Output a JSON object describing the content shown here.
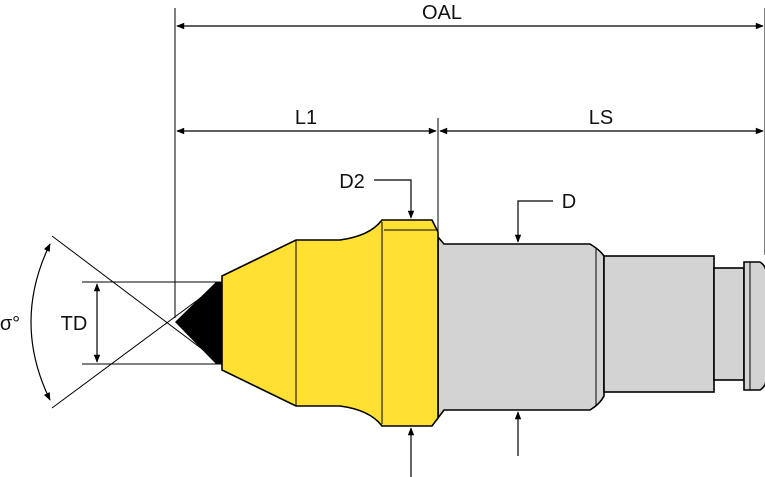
{
  "labels": {
    "oal": "OAL",
    "l1": "L1",
    "ls": "LS",
    "d2": "D2",
    "d": "D",
    "td": "TD",
    "angle": "σ°"
  },
  "colors": {
    "yellow_body": "#FFE033",
    "gray_shank": "#D3D3D3",
    "carbide_tip": "#000000",
    "lines": "#000000"
  }
}
